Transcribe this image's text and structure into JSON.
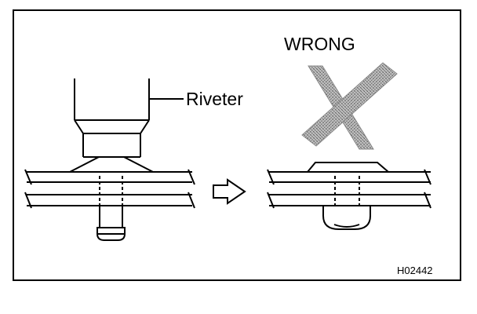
{
  "figure": {
    "riveter_label": "Riveter",
    "wrong_label": "WRONG",
    "figure_code": "H02442"
  },
  "icons": {
    "direction": "right-arrow-icon",
    "wrong_mark": "cross-x-icon"
  },
  "colors": {
    "line": "#000000",
    "background": "#ffffff",
    "cross_fill": "#9a9a9a"
  }
}
